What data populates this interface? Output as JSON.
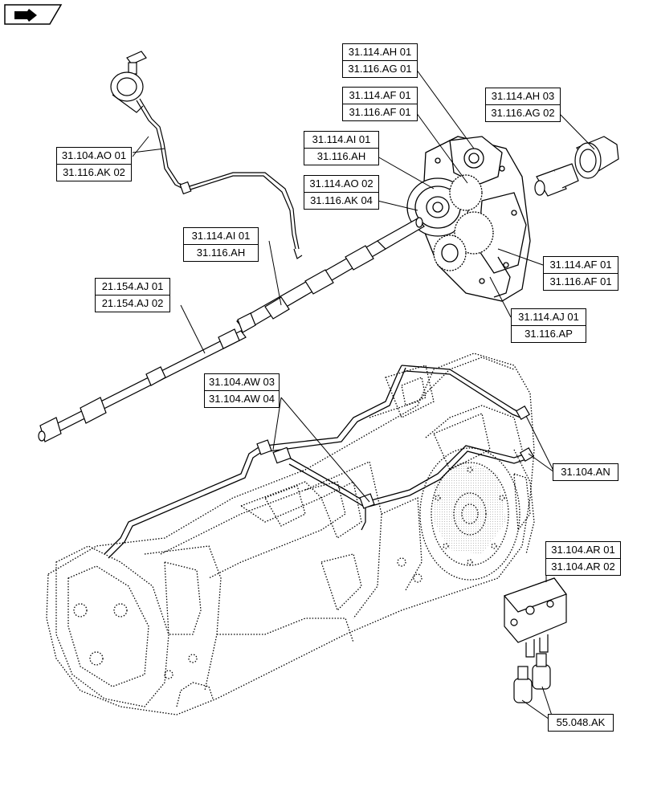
{
  "nav": {
    "icon": "page-navigation-arrow-icon"
  },
  "callouts": {
    "power_shift_housing": [
      "31.114.AH 01",
      "31.116.AG 01"
    ],
    "pto_cover": [
      "31.114.AF 01",
      "31.116.AF 01"
    ],
    "pto_guard": [
      "31.114.AH 03",
      "31.116.AG 02"
    ],
    "gear_set_upper": [
      "31.114.AI 01",
      "31.116.AH"
    ],
    "clutch_pack": [
      "31.114.AO 02",
      "31.116.AK 04"
    ],
    "speed_sensor_harness": [
      "31.104.AO 01",
      "31.116.AK 02"
    ],
    "pto_shaft_upper": [
      "31.114.AI 01",
      "31.116.AH"
    ],
    "pto_cover_lower": [
      "31.114.AF 01",
      "31.116.AF 01"
    ],
    "drive_shaft": [
      "21.154.AJ 01",
      "21.154.AJ 02"
    ],
    "pto_gearbox": [
      "31.114.AJ 01",
      "31.116.AP"
    ],
    "lube_lines": [
      "31.104.AW 03",
      "31.104.AW 04"
    ],
    "hydraulic_lines": "31.104.AN",
    "control_valve": [
      "31.104.AR 01",
      "31.104.AR 02"
    ],
    "solenoids": "55.048.AK"
  }
}
